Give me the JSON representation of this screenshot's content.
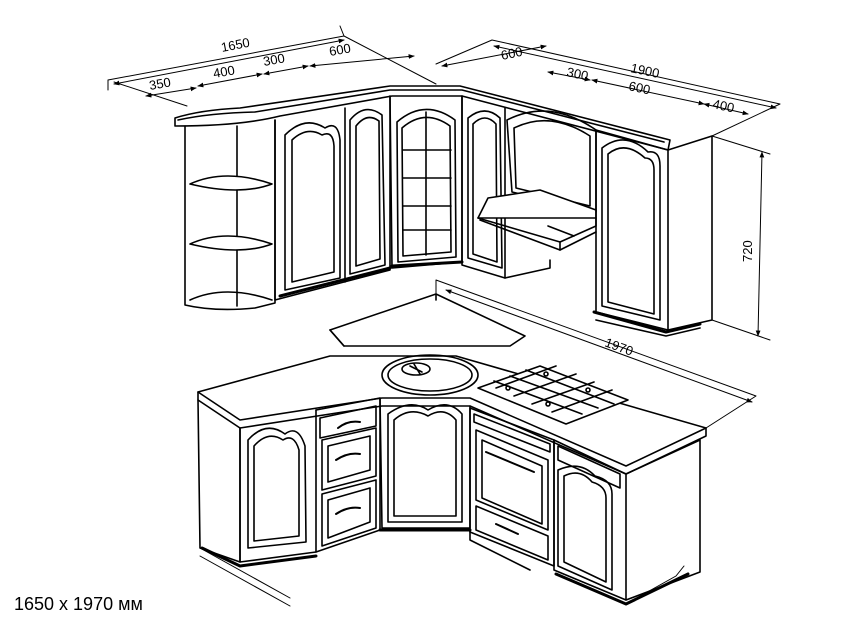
{
  "diagram": {
    "caption": "1650 x 1970 мм",
    "upper_left_dims": [
      "1650",
      "350",
      "400",
      "300",
      "600"
    ],
    "upper_right_dims": [
      "600",
      "1900",
      "300",
      "600",
      "400"
    ],
    "height_dim": "720",
    "lower_dim": "1970",
    "colors": {
      "line": "#000000",
      "background": "#ffffff"
    }
  }
}
